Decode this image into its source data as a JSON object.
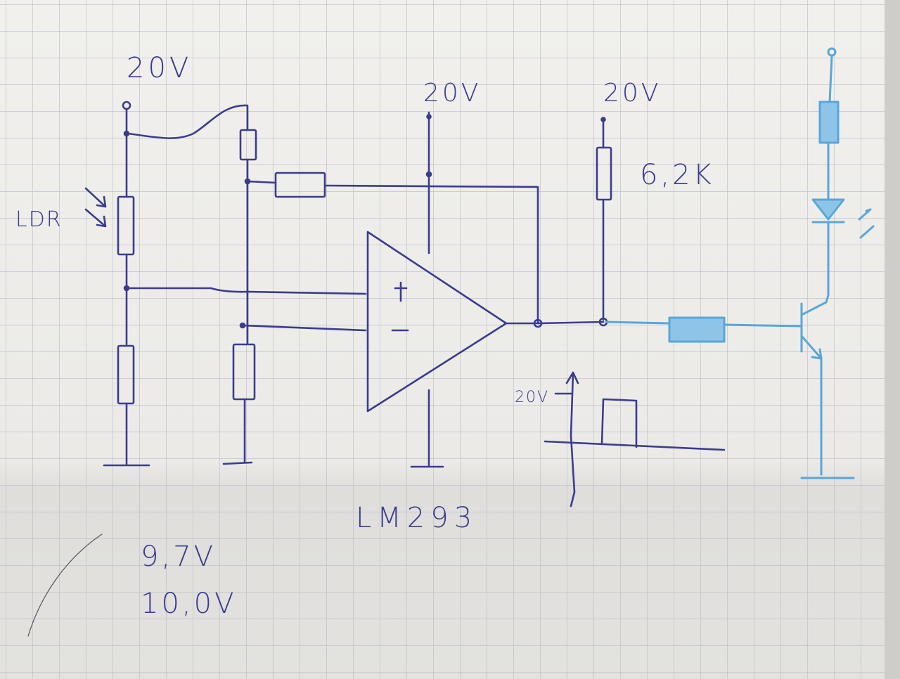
{
  "colors": {
    "paper": "#ecebe8",
    "grid": "#b9bcc6",
    "ink": "#3b3c8e",
    "blue_pencil": "#5aa6d8",
    "background": "#d8d6d2"
  },
  "labels": {
    "supply_left": "20V",
    "supply_opamp": "20V",
    "supply_pullup": "20V",
    "ldr": "LDR",
    "pullup_value": "6,2K",
    "chip": "LM293",
    "waveform_level": "20V",
    "measured_1": "9,7V",
    "measured_2": "10,0V"
  },
  "opamp": {
    "plus": "+",
    "minus": "−"
  }
}
